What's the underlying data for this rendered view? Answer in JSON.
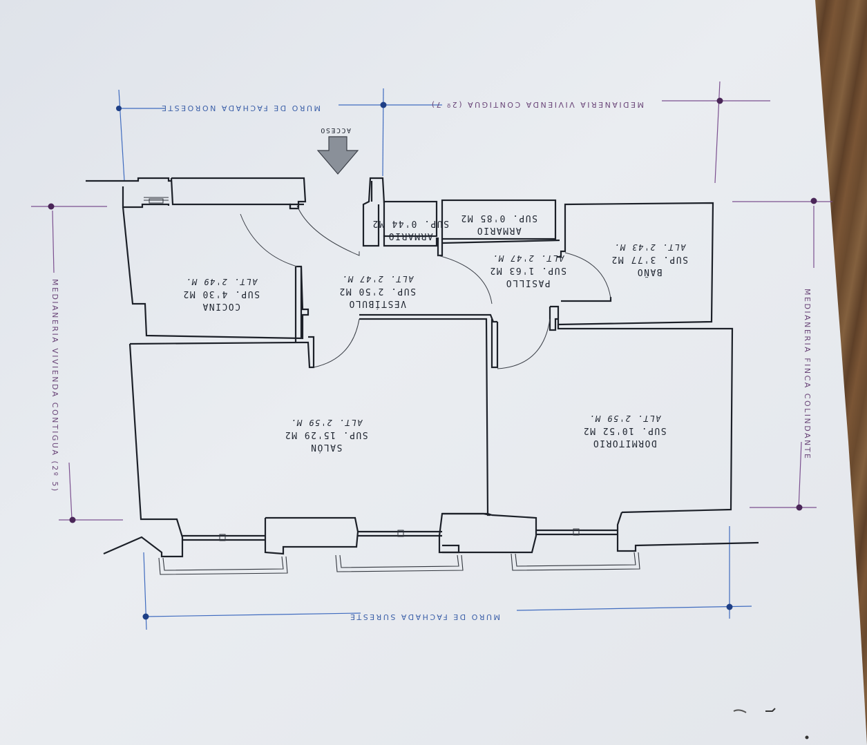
{
  "plan": {
    "access_label": "ACCESO",
    "annotations": {
      "north_west_facade": "MURO DE FACHADA NOROESTE",
      "south_east_facade": "MURO DE FACHADA SURESTE",
      "party_wall_top": "MEDIANERIA VIVIENDA CONTIGUA (2º 7)",
      "party_wall_left": "MEDIANERIA VIVIENDA CONTIGUA (2º 5)",
      "party_wall_right": "MEDIANERIA FINCA COLINDANTE"
    },
    "rooms": [
      {
        "key": "cocina",
        "name": "COCINA",
        "area": "SUP. 4'30 M2",
        "height": "ALT. 2'49 M."
      },
      {
        "key": "vestibulo",
        "name": "VESTÍBULO",
        "area": "SUP. 2'50 M2",
        "height": "ALT. 2'47 M."
      },
      {
        "key": "armario1",
        "name": "ARMARIO",
        "area": "SUP. 0'44 M2",
        "height": ""
      },
      {
        "key": "armario2",
        "name": "ARMARIO",
        "area": "SUP. 0'85 M2",
        "height": ""
      },
      {
        "key": "pasillo",
        "name": "PASILLO",
        "area": "SUP. 1'63 M2",
        "height": "ALT. 2'47 M."
      },
      {
        "key": "bano",
        "name": "BAÑO",
        "area": "SUP. 3'77 M2",
        "height": "ALT. 2'43 M."
      },
      {
        "key": "salon",
        "name": "SALÓN",
        "area": "SUP. 15'29 M2",
        "height": "ALT. 2'59 M."
      },
      {
        "key": "dormitorio",
        "name": "DORMITORIO",
        "area": "SUP. 10'52 M2",
        "height": "ALT. 2'59 M."
      }
    ]
  },
  "colors": {
    "paper": "#e6e9ee",
    "wall": "#1c2028",
    "blue_annotation": "#3f6bbf",
    "purple_annotation": "#7b4f8f"
  }
}
